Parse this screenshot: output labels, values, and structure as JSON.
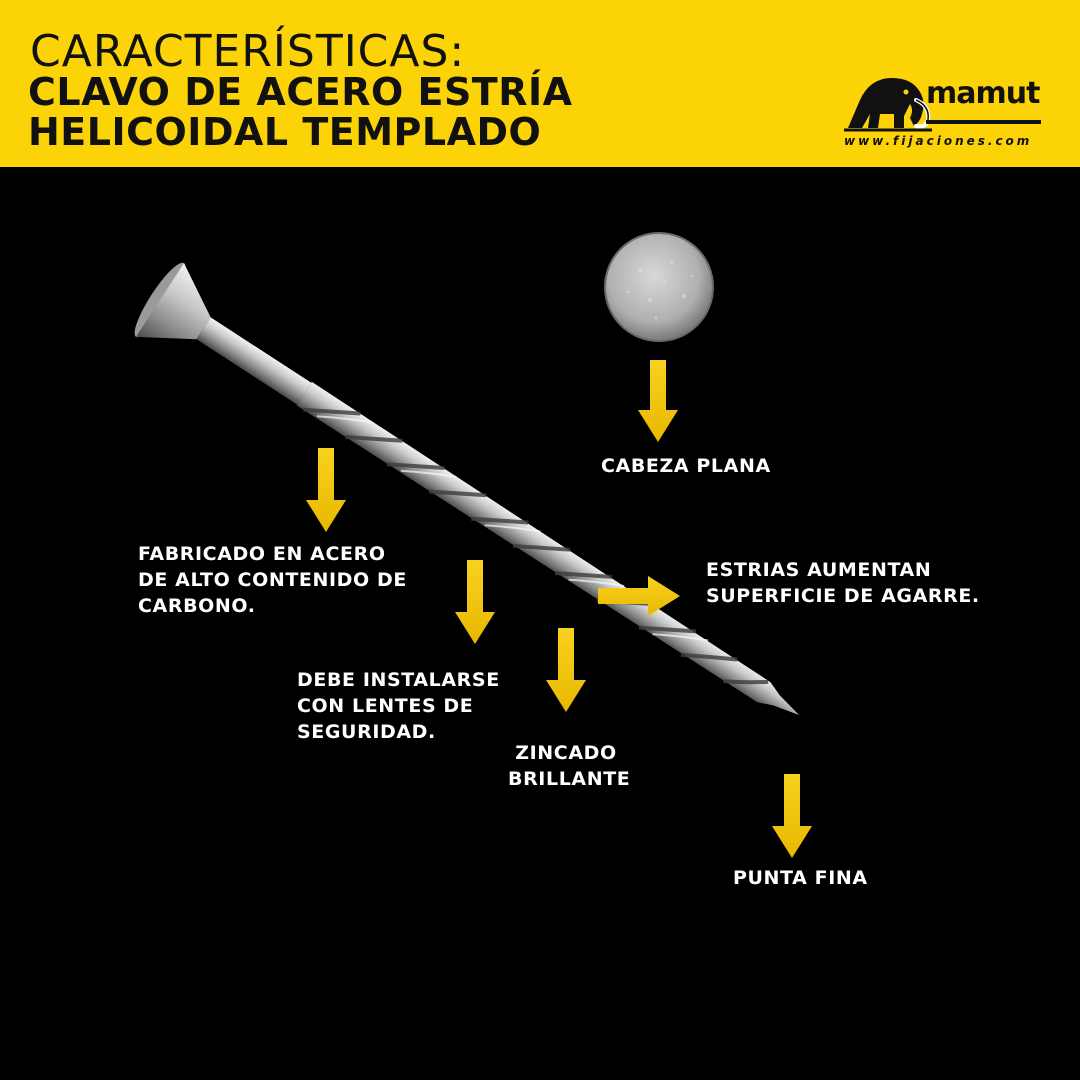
{
  "header": {
    "line1": "CARACTERÍSTICAS:",
    "line2": "CLAVO DE ACERO ESTRÍA",
    "line3": "HELICOIDAL TEMPLADO"
  },
  "logo": {
    "wordmark": "mamut",
    "url": "www.fijaciones.com",
    "icon": "mammoth-icon"
  },
  "colors": {
    "brand_yellow": "#fcd307",
    "background": "#000000",
    "text": "#ffffff",
    "arrow": "#f5c400"
  },
  "features": {
    "cabeza": "CABEZA PLANA",
    "fabricado": [
      "FABRICADO EN ACERO",
      "DE ALTO CONTENIDO DE",
      "CARBONO."
    ],
    "estrias": [
      "ESTRIAS AUMENTAN",
      "SUPERFICIE DE AGARRE."
    ],
    "debe": [
      "DEBE INSTALARSE",
      "CON LENTES DE",
      "SEGURIDAD."
    ],
    "zincado": [
      "ZINCADO",
      "BRILLANTE"
    ],
    "punta": "PUNTA FINA"
  }
}
